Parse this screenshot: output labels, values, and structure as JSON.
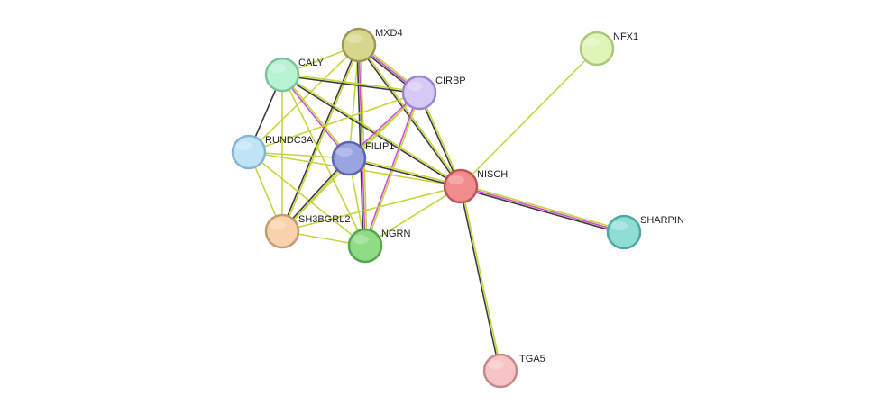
{
  "nodes": [
    {
      "id": "MXD4",
      "label": "MXD4",
      "color": "#d6d68c",
      "stroke": "#9a9a55"
    },
    {
      "id": "NFX1",
      "label": "NFX1",
      "color": "#dff5b8",
      "stroke": "#a9c77e"
    },
    {
      "id": "CALY",
      "label": "CALY",
      "color": "#b7f2d3",
      "stroke": "#7cc29d"
    },
    {
      "id": "CIRBP",
      "label": "CIRBP",
      "color": "#d6c8f7",
      "stroke": "#9a86cc"
    },
    {
      "id": "RUNDC3A",
      "label": "RUNDC3A",
      "color": "#bfe3f7",
      "stroke": "#86b4d0"
    },
    {
      "id": "FILIP1",
      "label": "FILIP1",
      "color": "#9aa4e0",
      "stroke": "#5a66b2"
    },
    {
      "id": "NISCH",
      "label": "NISCH",
      "color": "#f08c8c",
      "stroke": "#c05454"
    },
    {
      "id": "SHARPIN",
      "label": "SHARPIN",
      "color": "#8fded6",
      "stroke": "#4fa89f"
    },
    {
      "id": "SH3BGRL2",
      "label": "SH3BGRL2",
      "color": "#f8d2aa",
      "stroke": "#c49a72"
    },
    {
      "id": "NGRN",
      "label": "NGRN",
      "color": "#8fdb86",
      "stroke": "#55a64c"
    },
    {
      "id": "ITGA5",
      "label": "ITGA5",
      "color": "#f6c4c4",
      "stroke": "#c48a8a"
    }
  ],
  "edges": [
    {
      "source": "MXD4",
      "target": "CALY",
      "colors": [
        "#c2d430"
      ]
    },
    {
      "source": "MXD4",
      "target": "CIRBP",
      "colors": [
        "#c2d430",
        "#cc44cc",
        "#333333"
      ]
    },
    {
      "source": "MXD4",
      "target": "RUNDC3A",
      "colors": [
        "#c2d430"
      ]
    },
    {
      "source": "MXD4",
      "target": "FILIP1",
      "colors": [
        "#c2d430"
      ]
    },
    {
      "source": "MXD4",
      "target": "NISCH",
      "colors": [
        "#c2d430",
        "#333333"
      ]
    },
    {
      "source": "MXD4",
      "target": "SH3BGRL2",
      "colors": [
        "#c2d430",
        "#333333"
      ]
    },
    {
      "source": "MXD4",
      "target": "NGRN",
      "colors": [
        "#c2d430",
        "#cc44cc",
        "#333333"
      ]
    },
    {
      "source": "CALY",
      "target": "CIRBP",
      "colors": [
        "#c2d430",
        "#333333"
      ]
    },
    {
      "source": "CALY",
      "target": "RUNDC3A",
      "colors": [
        "#333333"
      ]
    },
    {
      "source": "CALY",
      "target": "FILIP1",
      "colors": [
        "#c2d430",
        "#cc44cc"
      ]
    },
    {
      "source": "CALY",
      "target": "NISCH",
      "colors": [
        "#c2d430",
        "#333333"
      ]
    },
    {
      "source": "CALY",
      "target": "SH3BGRL2",
      "colors": [
        "#c2d430"
      ]
    },
    {
      "source": "CALY",
      "target": "NGRN",
      "colors": [
        "#c2d430"
      ]
    },
    {
      "source": "CIRBP",
      "target": "RUNDC3A",
      "colors": [
        "#c2d430"
      ]
    },
    {
      "source": "CIRBP",
      "target": "FILIP1",
      "colors": [
        "#c2d430",
        "#cc44cc"
      ]
    },
    {
      "source": "CIRBP",
      "target": "NISCH",
      "colors": [
        "#c2d430",
        "#333333"
      ]
    },
    {
      "source": "CIRBP",
      "target": "SH3BGRL2",
      "colors": [
        "#c2d430"
      ]
    },
    {
      "source": "CIRBP",
      "target": "NGRN",
      "colors": [
        "#c2d430",
        "#cc44cc"
      ]
    },
    {
      "source": "RUNDC3A",
      "target": "FILIP1",
      "colors": [
        "#c2d430"
      ]
    },
    {
      "source": "RUNDC3A",
      "target": "NISCH",
      "colors": [
        "#c2d430"
      ]
    },
    {
      "source": "RUNDC3A",
      "target": "SH3BGRL2",
      "colors": [
        "#c2d430"
      ]
    },
    {
      "source": "RUNDC3A",
      "target": "NGRN",
      "colors": [
        "#c2d430"
      ]
    },
    {
      "source": "FILIP1",
      "target": "NISCH",
      "colors": [
        "#c2d430",
        "#333333"
      ]
    },
    {
      "source": "FILIP1",
      "target": "SH3BGRL2",
      "colors": [
        "#c2d430",
        "#333333"
      ]
    },
    {
      "source": "FILIP1",
      "target": "NGRN",
      "colors": [
        "#c2d430"
      ]
    },
    {
      "source": "NISCH",
      "target": "NFX1",
      "colors": [
        "#c2d430"
      ]
    },
    {
      "source": "NISCH",
      "target": "SHARPIN",
      "colors": [
        "#c2d430",
        "#cc44cc",
        "#333333"
      ]
    },
    {
      "source": "NISCH",
      "target": "ITGA5",
      "colors": [
        "#c2d430",
        "#333333"
      ]
    },
    {
      "source": "NISCH",
      "target": "SH3BGRL2",
      "colors": [
        "#c2d430"
      ]
    },
    {
      "source": "NISCH",
      "target": "NGRN",
      "colors": [
        "#c2d430"
      ]
    },
    {
      "source": "SH3BGRL2",
      "target": "NGRN",
      "colors": [
        "#c2d430"
      ]
    }
  ]
}
